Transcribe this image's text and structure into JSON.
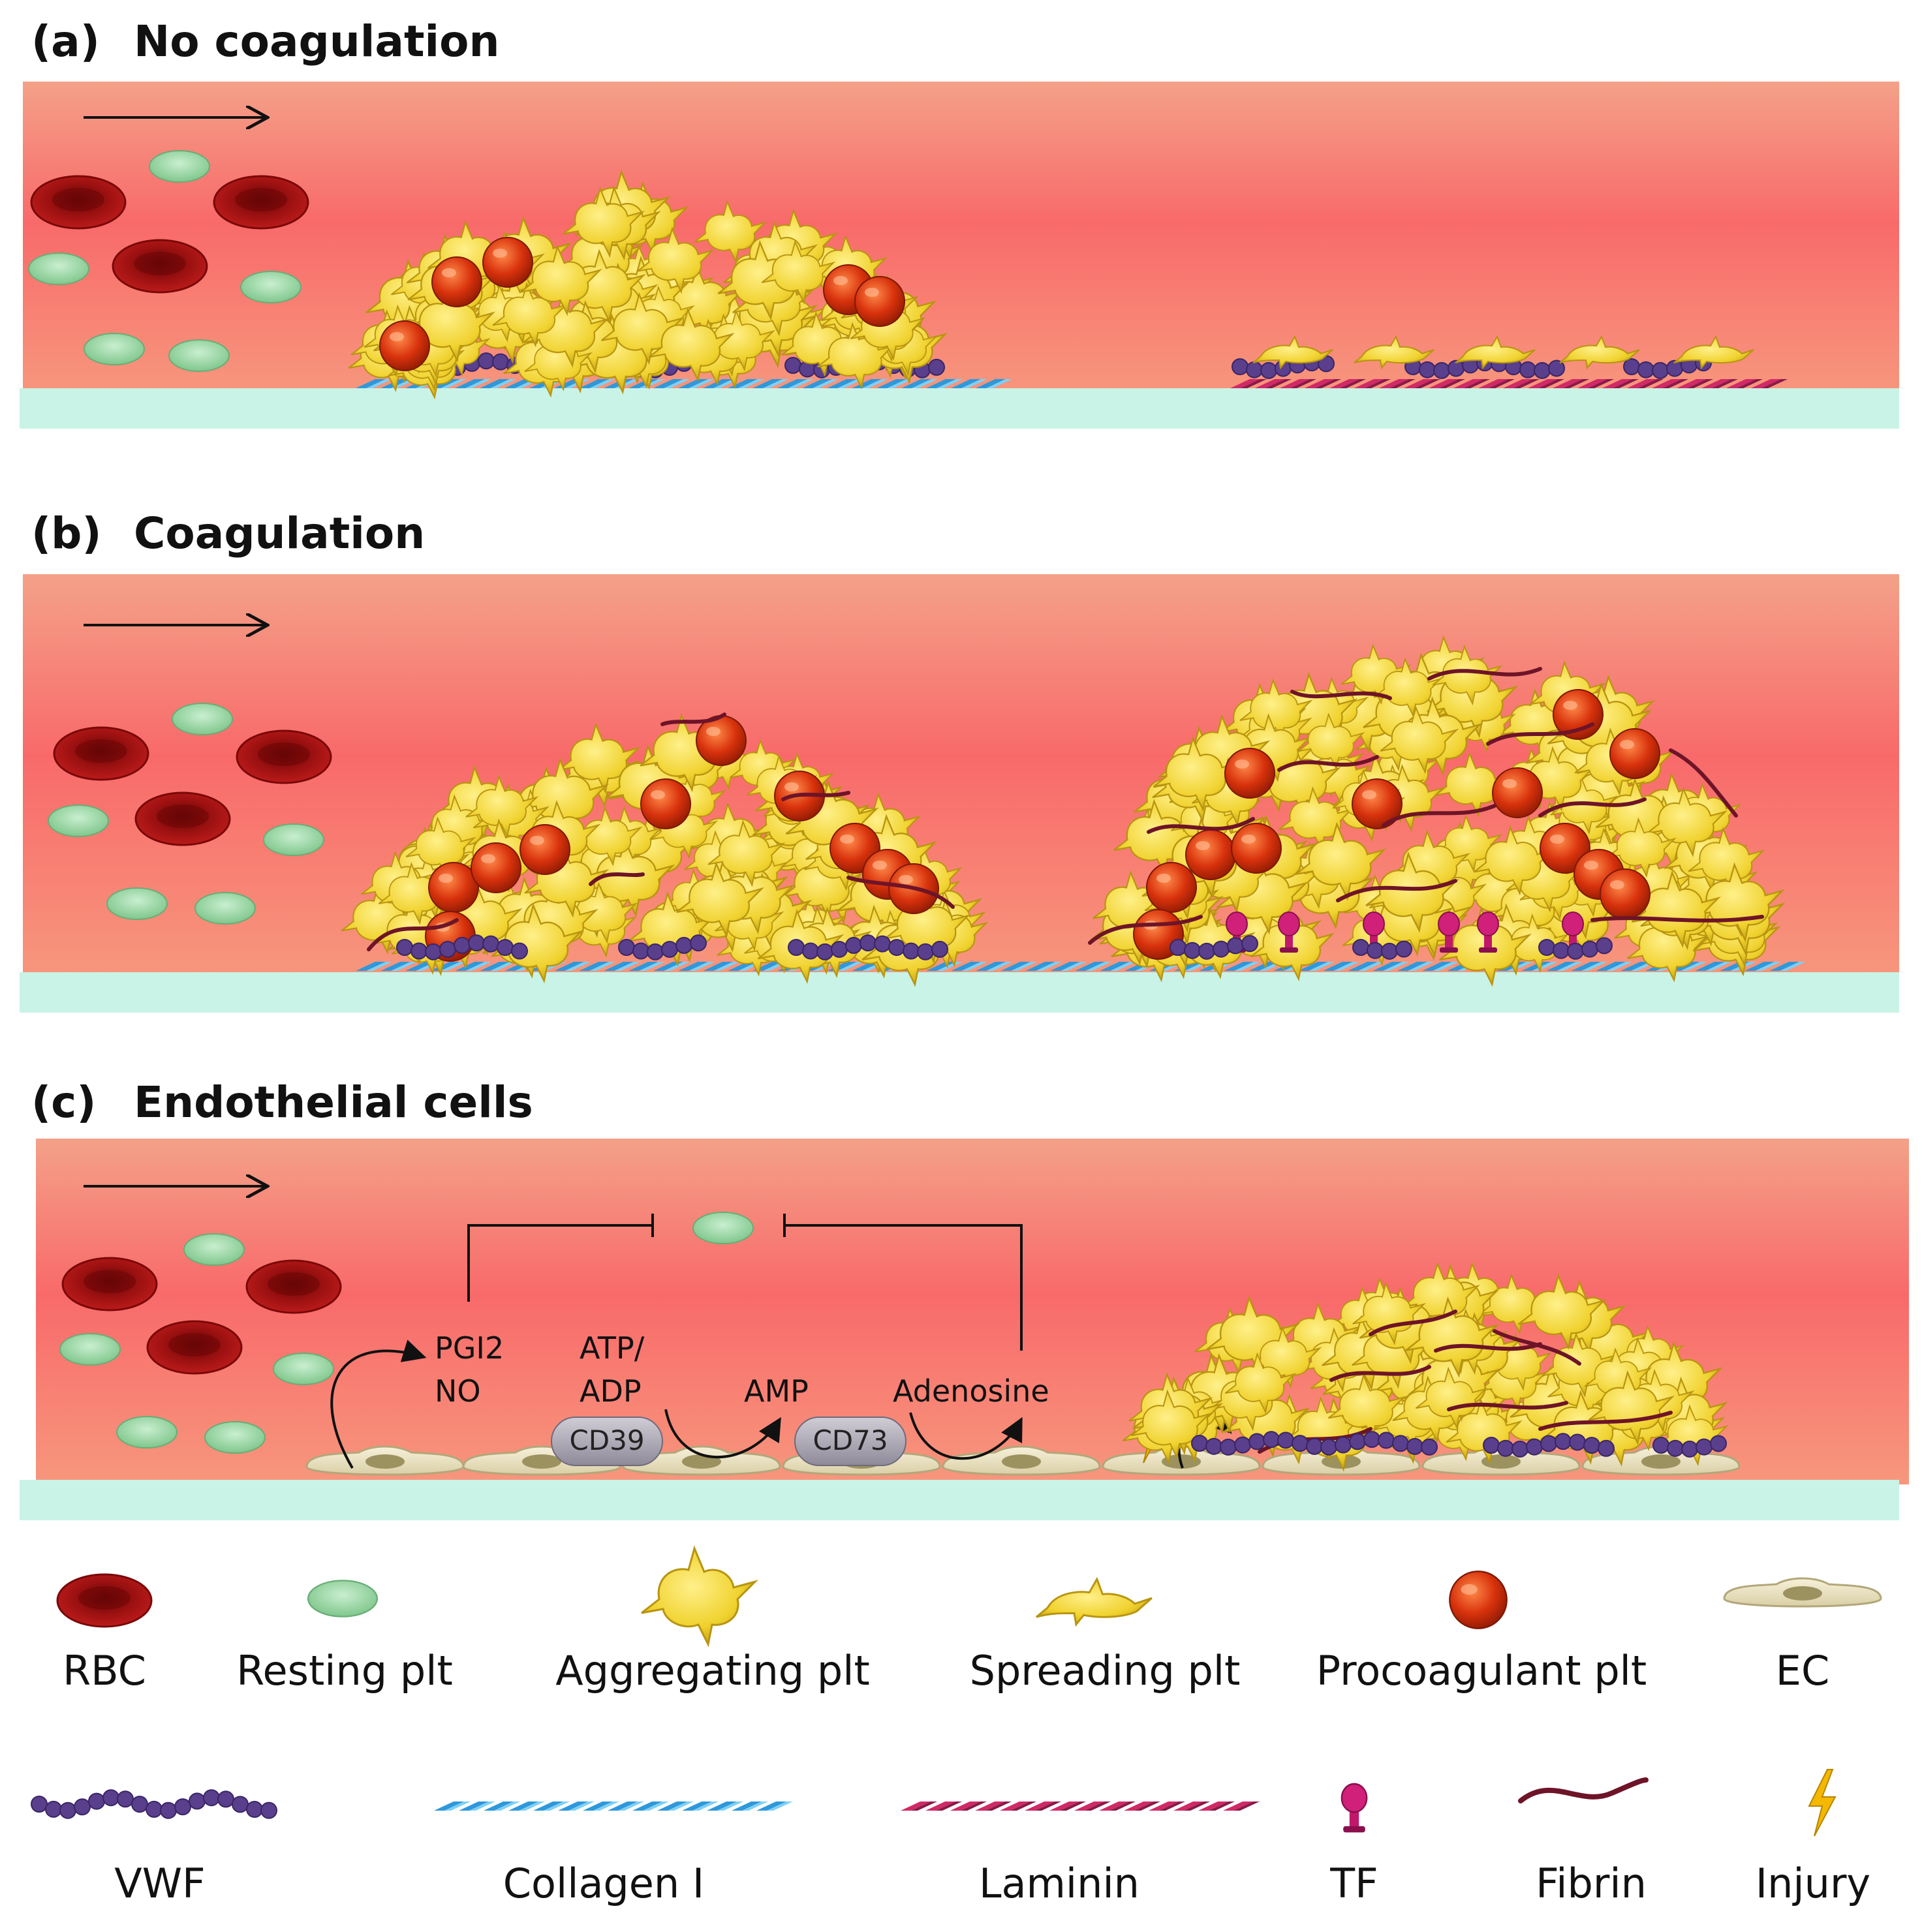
{
  "panels": [
    {
      "letter": "(a)",
      "title": "No coagulation"
    },
    {
      "letter": "(b)",
      "title": "Coagulation"
    },
    {
      "letter": "(c)",
      "title": "Endothelial cells"
    }
  ],
  "panel_c_labels": {
    "pgi2": "PGI2",
    "no": "NO",
    "atp": "ATP/",
    "adp": "ADP",
    "amp": "AMP",
    "adenosine": "Adenosine",
    "cd39": "CD39",
    "cd73": "CD73"
  },
  "legend": {
    "row1": [
      "RBC",
      "Resting plt",
      "Aggregating plt",
      "Spreading plt",
      "Procoagulant plt",
      "EC"
    ],
    "row2": [
      "VWF",
      "Collagen I",
      "Laminin",
      "TF",
      "Fibrin",
      "Injury"
    ]
  },
  "colors": {
    "vessel_top": "#f4a188",
    "vessel_mid": "#f86a6a",
    "wall": "#c9f3e6",
    "rbc": "#a81414",
    "resting_plt": "#8ed39a",
    "aggregating_plt": "#f0d22e",
    "procoagulant": "#d8320c",
    "vwf": "#5a3f8c",
    "collagen": "#2f98da",
    "laminin": "#d02a66",
    "tf": "#c2186b",
    "fibrin": "#6e1428",
    "ec": "#ebe3c4",
    "injury": "#f5b800"
  }
}
